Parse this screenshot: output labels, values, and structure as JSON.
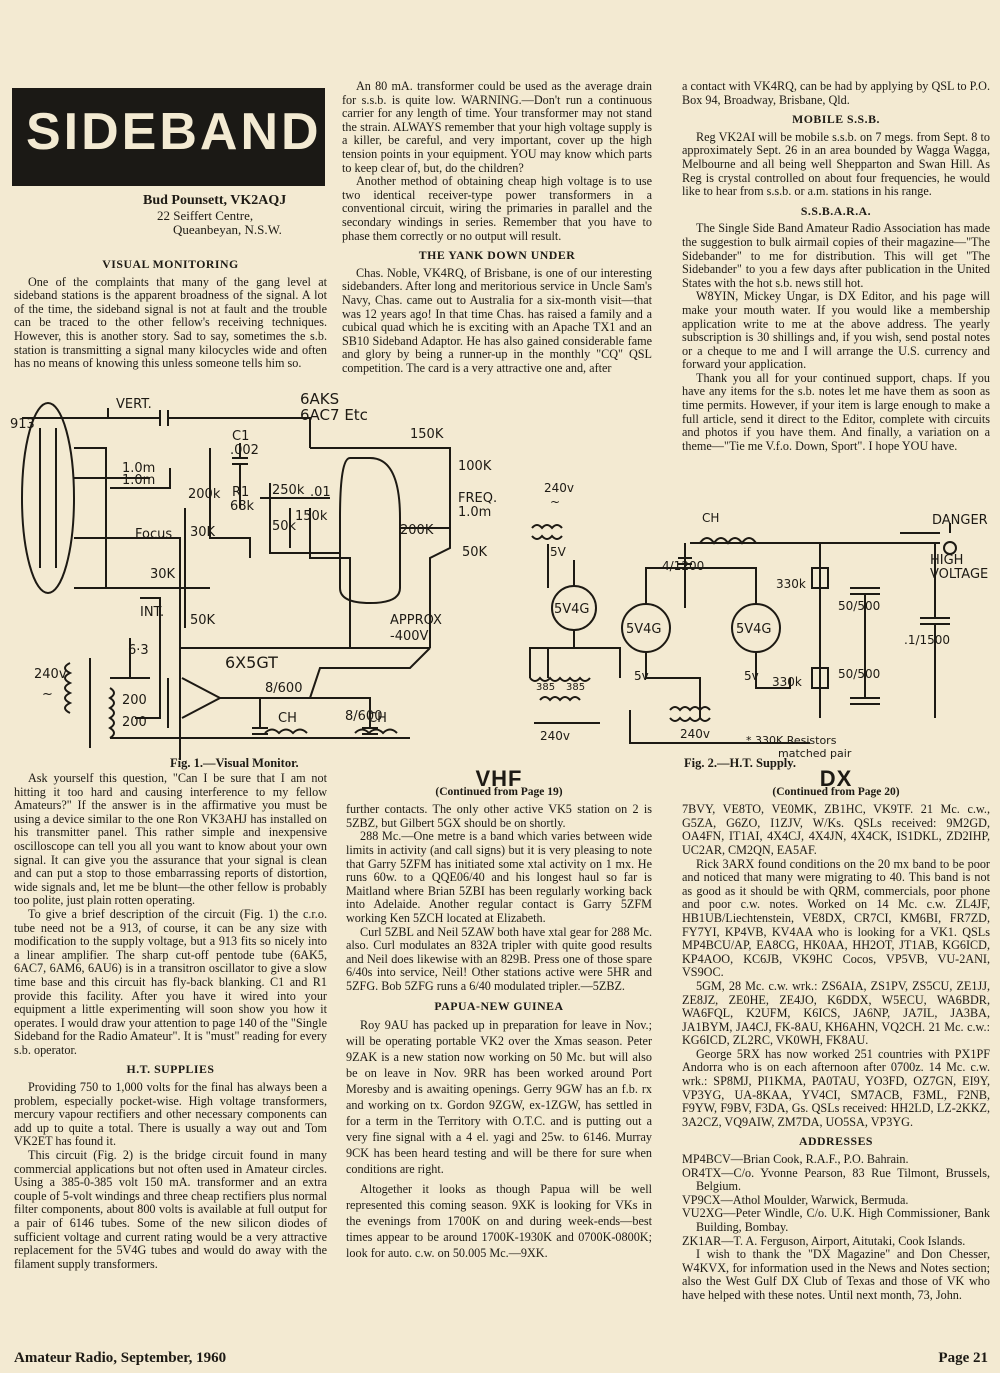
{
  "banner": "SIDEBAND",
  "author": {
    "name": "Bud Pounsett, VK2AQJ",
    "line1": "22 Seiffert Centre,",
    "line2": "Queanbeyan, N.S.W."
  },
  "col1": {
    "visual_heading": "VISUAL MONITORING",
    "visual_para": "One of the complaints that many of the gang level at sideband stations is the apparent broadness of the signal. A lot of the time, the sideband signal is not at fault and the trouble can be traced to the other fellow's receiving techniques. However, this is another story. Sad to say, sometimes the s.b. station is transmitting a signal many kilocycles wide and often has no means of knowing this unless someone tells him so."
  },
  "col2": {
    "para1": "An 80 mA. transformer could be used as the average drain for s.s.b. is quite low. WARNING.—Don't run a continuous carrier for any length of time. Your transformer may not stand the strain. ALWAYS remember that your high voltage supply is a killer, be careful, and very important, cover up the high tension points in your equipment. YOU may know which parts to keep clear of, but, do the children?",
    "para2": "Another method of obtaining cheap high voltage is to use two identical receiver-type power transformers in a conventional circuit, wiring the primaries in parallel and the secondary windings in series. Remember that you have to phase them correctly or no output will result.",
    "yank_heading": "THE YANK DOWN UNDER",
    "yank_para": "Chas. Noble, VK4RQ, of Brisbane, is one of our interesting sidebanders. After long and meritorious service in Uncle Sam's Navy, Chas. came out to Australia for a six-month visit—that was 12 years ago! In that time Chas. has raised a family and a cubical quad which he is exciting with an Apache TX1 and an SB10 Sideband Adaptor. He has also gained considerable fame and glory by being a runner-up in the monthly \"CQ\" QSL competition. The card is a very attractive one and, after"
  },
  "col3": {
    "para1": "a contact with VK4RQ, can be had by applying by QSL to P.O. Box 94, Broadway, Brisbane, Qld.",
    "mobile_heading": "MOBILE S.S.B.",
    "mobile_para": "Reg VK2AI will be mobile s.s.b. on 7 megs. from Sept. 8 to approximately Sept. 26 in an area bounded by Wagga Wagga, Melbourne and all being well Shepparton and Swan Hill. As Reg is crystal controlled on about four frequencies, he would like to hear from s.s.b. or a.m. stations in his range.",
    "ssbara_heading": "S.S.B.A.R.A.",
    "ssbara_para1": "The Single Side Band Amateur Radio Association has made the suggestion to bulk airmail copies of their magazine—\"The Sidebander\" to me for distribution. This will get \"The Sidebander\" to you a few days after publication in the United States with the hot s.b. news still hot.",
    "ssbara_para2": "W8YIN, Mickey Ungar, is DX Editor, and his page will make your mouth water. If you would like a membership application write to me at the above address. The yearly subscription is 30 shillings and, if you wish, send postal notes or a cheque to me and I will arrange the U.S. currency and forward your application.",
    "ssbara_para3": "Thank you all for your continued support, chaps. If you have any items for the s.b. notes let me have them as soon as time permits. However, if your item is large enough to make a full article, send it direct to the Editor, complete with circuits and photos if you have them. And finally, a variation on a theme—\"Tie me V.f.o. Down, Sport\". I hope YOU have."
  },
  "fig1": {
    "caption": "Fig. 1.—Visual Monitor.",
    "labels": {
      "tube": "913",
      "vert": "VERT.",
      "r1": "1.0m",
      "r2": "1.0m",
      "focus": "Focus",
      "r200k": "200k",
      "r30k": "30K",
      "r30k2": "30K",
      "int": "INT.",
      "r50k": "50K",
      "c1": "C1",
      "c1v": ".002",
      "r1lbl": "R1",
      "r1v": "68k",
      "r250k": "250k",
      ".01": ".01",
      "r150k1": "150k",
      "r50k2": "50k",
      "tubes": "6AKS",
      "tubes2": "6AC7 Etc",
      "r150k": "150K",
      "r100k": "100K",
      "freq": "FREQ.",
      "freqv": "1.0m",
      "r200k2": "200K",
      "r50k3": "50K",
      "approx": "APPROX",
      "v400": "-400V",
      "rect": "6X5GT",
      "h63": "6·3",
      "v240": "240v",
      "ac": "~",
      "s200a": "200",
      "s200b": "200",
      "c8600a": "8/600",
      "c8600b": "8/600",
      "ch1": "CH",
      "ch2": "CH"
    }
  },
  "fig2": {
    "caption": "Fig. 2.—H.T. Supply.",
    "labels": {
      "v240": "240v",
      "ac": "~",
      "v5": "5V",
      "rect1": "5V4G",
      "rect2": "5V4G",
      "rect3": "5V4G",
      "ch": "CH",
      "c4": "4/1200",
      "danger": "DANGER",
      "high": "HIGH",
      "voltage": "VOLTAGE",
      "r330a": "330k",
      "r330b": "330k",
      "c50a": "50/500",
      "c50b": "50/500",
      "c1500": ".1/1500",
      "s385a": "385",
      "s385b": "385",
      "v5b": "5v",
      "v5c": "5v",
      "v240b": "240v",
      "v240c": "240v",
      "note1": "* 330K Resistors",
      "note2": "matched pair"
    }
  },
  "bottom1": {
    "para1": "Ask yourself this question, \"Can I be sure that I am not hitting it too hard and causing interference to my fellow Amateurs?\" If the answer is in the affirmative you must be using a device similar to the one Ron VK3AHJ has installed on his transmitter panel. This rather simple and inexpensive oscilloscope can tell you all you want to know about your own signal. It can give you the assurance that your signal is clean and can put a stop to those embarrassing reports of distortion, wide signals and, let me be blunt—the other fellow is probably too polite, just plain rotten operating.",
    "para2": "To give a brief description of the circuit (Fig. 1) the c.r.o. tube need not be a 913, of course, it can be any size with modification to the supply voltage, but a 913 fits so nicely into a linear amplifier. The sharp cut-off pentode tube (6AK5, 6AC7, 6AM6, 6AU6) is in a transitron oscillator to give a slow time base and this circuit has fly-back blanking. C1 and R1 provide this facility. After you have it wired into your equipment a little experimenting will soon show you how it operates. I would draw your attention to page 140 of the \"Single Sideband for the Radio Amateur\". It is \"must\" reading for every s.b. operator.",
    "ht_heading": "H.T. SUPPLIES",
    "para3": "Providing 750 to 1,000 volts for the final has always been a problem, especially pocket-wise. High voltage transformers, mercury vapour rectifiers and other necessary components can add up to quite a total. There is usually a way out and Tom VK2ET has found it.",
    "para4": "This circuit (Fig. 2) is the bridge circuit found in many commercial applications but not often used in Amateur circles. Using a 385-0-385 volt 150 mA. transformer and an extra couple of 5-volt windings and three cheap rectifiers plus normal filter components, about 800 volts is available at full output for a pair of 6146 tubes. Some of the new silicon diodes of sufficient voltage and current rating would be a very attractive replacement for the 5V4G tubes and would do away with the filament supply transformers."
  },
  "vhf": {
    "heading": "VHF",
    "continued": "(Continued from Page 19)",
    "para1": "further contacts. The only other active VK5 station on 2 is 5ZBZ, but Gilbert 5GX should be on shortly.",
    "para2": "288 Mc.—One metre is a band which varies between wide limits in activity (and call signs) but it is very pleasing to note that Garry 5ZFM has initiated some xtal activity on 1 mx. He runs 60w. to a QQE06/40 and his longest haul so far is Maitland where Brian 5ZBI has been regularly working back into Adelaide. Another regular contact is Garry 5ZFM working Ken 5ZCH located at Elizabeth.",
    "para3": "Curl 5ZBL and Neil 5ZAW both have xtal gear for 288 Mc. also. Curl modulates an 832A tripler with quite good results and Neil does likewise with an 829B. Press one of those spare 6/40s into service, Neil! Other stations active were 5HR and 5ZFG. Bob 5ZFG runs a 6/40 modulated tripler.—5ZBZ.",
    "papua_heading": "PAPUA-NEW GUINEA",
    "para4": "Roy 9AU has packed up in preparation for leave in Nov.; will be operating portable VK2 over the Xmas season. Peter 9ZAK is a new station now working on 50 Mc. but will also be on leave in Nov. 9RR has been worked around Port Moresby and is awaiting openings. Gerry 9GW has an f.b. rx and working on tx. Gordon 9ZGW, ex-1ZGW, has settled in for a term in the Territory with O.T.C. and is putting out a very fine signal with a 4 el. yagi and 25w. to 6146. Murray 9CK has been heard testing and will be there for sure when conditions are right.",
    "para5": "Altogether it looks as though Papua will be well represented this coming season. 9XK is looking for VKs in the evenings from 1700K on and during week-ends—best times appear to be around 1700K-1930K and 0700K-0800K; look for auto. c.w. on 50.005 Mc.—9XK."
  },
  "dx": {
    "heading": "DX",
    "continued": "(Continued from Page 20)",
    "para1": "7BVY, VE8TO, VE0MK, ZB1HC, VK9TF. 21 Mc. c.w., G5ZA, G6ZO, I1ZJV, W/Ks. QSLs received: 9M2GD, OA4FN, IT1AI, 4X4CJ, 4X4JN, 4X4CK, IS1DKL, ZD2IHP, UC2AR, CM2QN, EA5AF.",
    "para2": "Rick 3ARX found conditions on the 20 mx band to be poor and noticed that many were migrating to 40. This band is not as good as it should be with QRM, commercials, poor phone and poor c.w. notes. Worked on 14 Mc. c.w. ZL4JF, HB1UB/Liechtenstein, VE8DX, CR7CI, KM6BI, FR7ZD, FY7YI, KP4VB, KV4AA who is looking for a VK1. QSLs MP4BCU/AP, EA8CG, HK0AA, HH2OT, JT1AB, KG6ICD, KP4AOO, KC6JB, VK9HC Cocos, VP5VB, VU-2ANI, VS9OC.",
    "para3": "5GM, 28 Mc. c.w. wrk.: ZS6AIA, ZS1PV, ZS5CU, ZE1JJ, ZE8JZ, ZE0HE, ZE4JO, K6DDX, W5ECU, WA6BDR, WA6FQL, K2UFM, K6ICS, JA6NP, JA7IL, JA3BA, JA1BYM, JA4CJ, FK-8AU, KH6AHN, VQ2CH. 21 Mc. c.w.: KG6ICD, ZL2RC, VK0WH, FK8AU.",
    "para4": "George 5RX has now worked 251 countries with PX1PF Andorra who is on each afternoon after 0700z. 14 Mc. c.w. wrk.: SP8MJ, PI1KMA, PA0TAU, YO3FD, OZ7GN, EI9Y, VP3YG, UA-8KAA, YV4CI, SM7ACB, F3ML, F2NB, F9YW, F9BV, F3DA, Gs. QSLs received: HH2LD, LZ-2KKZ, 3A2CZ, VQ9AIW, ZM7DA, UO5SA, VP3YG.",
    "addr_heading": "ADDRESSES",
    "addr1": "MP4BCV—Brian Cook, R.A.F., P.O. Bahrain.",
    "addr2": "OR4TX—C/o. Yvonne Pearson, 83 Rue Tilmont, Brussels, Belgium.",
    "addr3": "VP9CX—Athol Moulder, Warwick, Bermuda.",
    "addr4": "VU2XG—Peter Windle, C/o. U.K. High Commissioner, Bank Building, Bombay.",
    "addr5": "ZK1AR—T. A. Ferguson, Airport, Aitutaki, Cook Islands.",
    "closing": "I wish to thank the \"DX Magazine\" and Don Chesser, W4KVX, for information used in the News and Notes section; also the West Gulf DX Club of Texas and those of VK who have helped with these notes. Until next month, 73, John."
  },
  "footer": {
    "left": "Amateur Radio, September, 1960",
    "right": "Page 21"
  }
}
